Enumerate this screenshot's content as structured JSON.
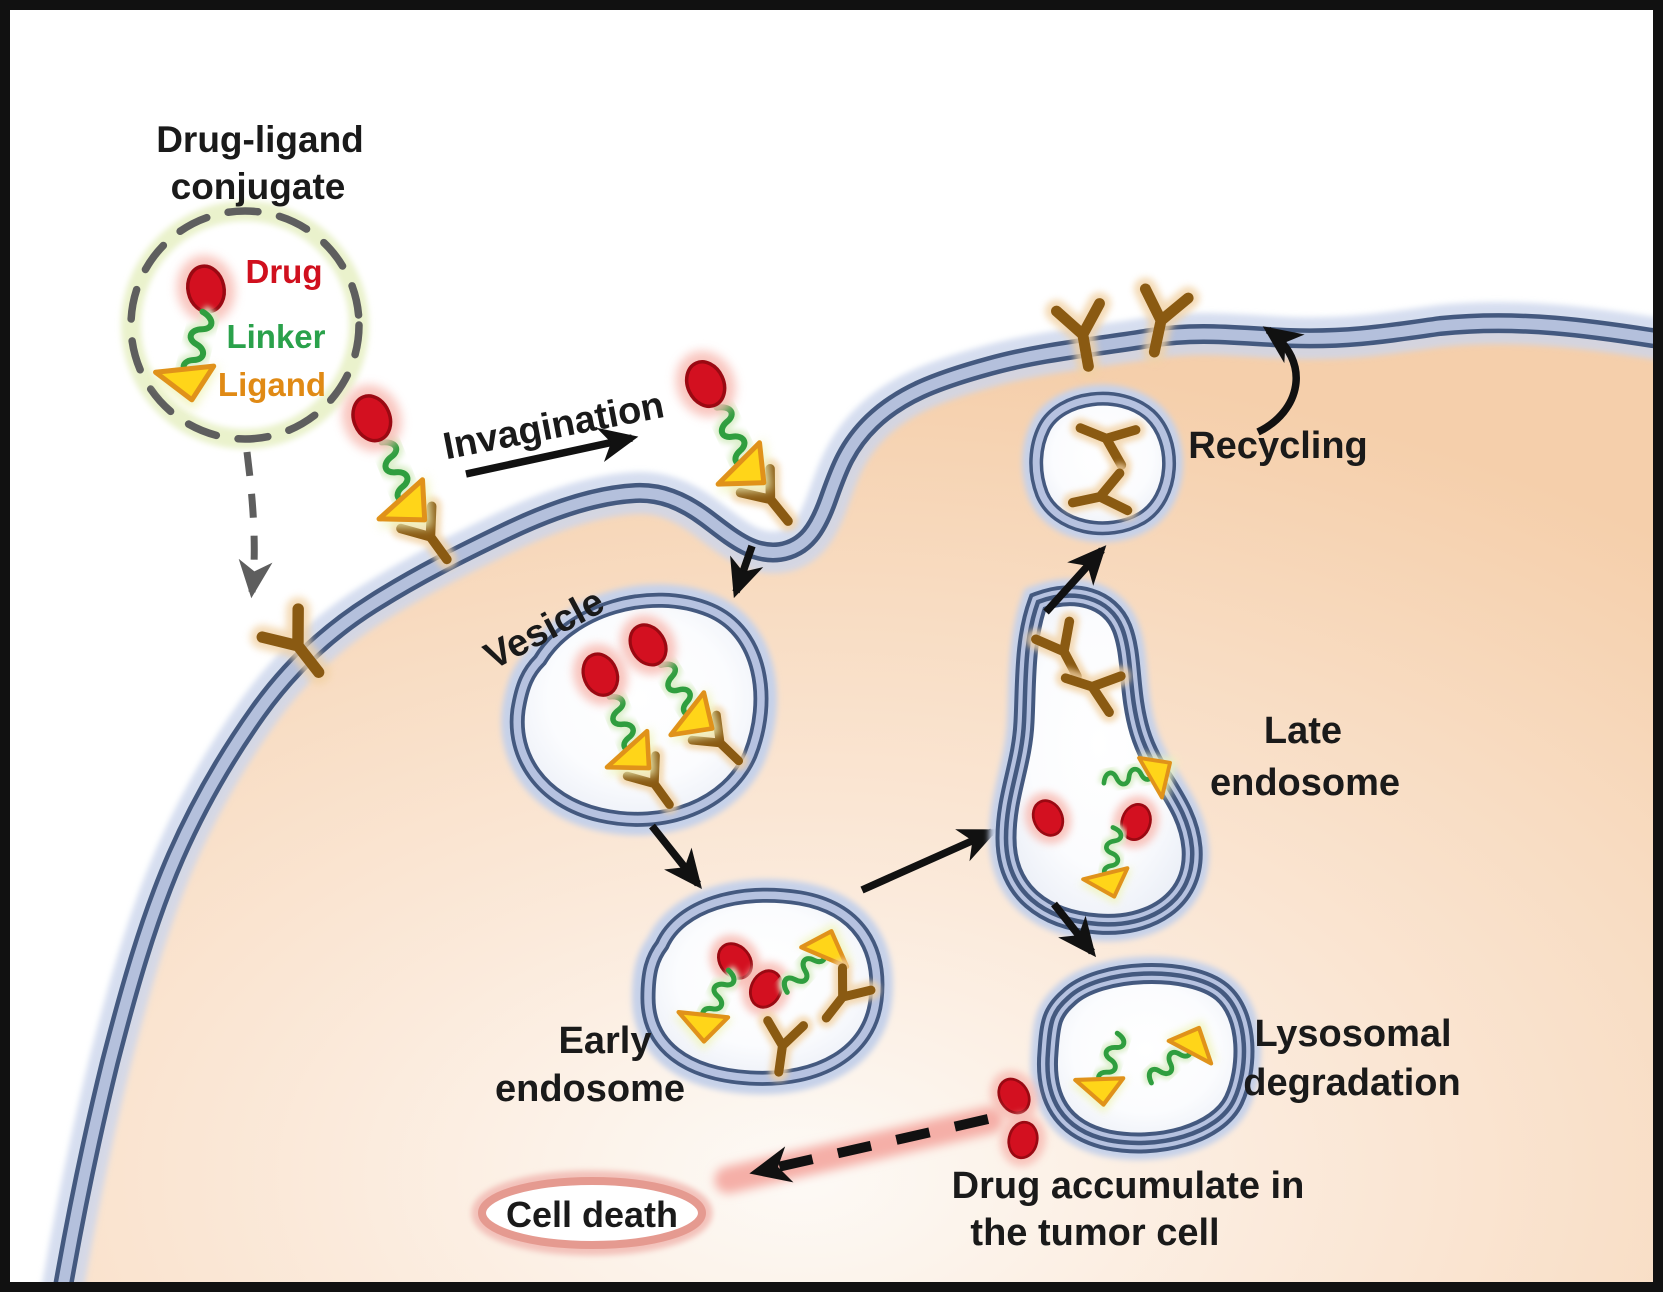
{
  "diagram": {
    "conjugate": {
      "title_line1": "Drug-ligand",
      "title_line2": "conjugate",
      "drug_label": "Drug",
      "linker_label": "Linker",
      "ligand_label": "Ligand"
    },
    "labels": {
      "invagination": "Invagination",
      "vesicle": "Vesicle",
      "early_endosome_line1": "Early",
      "early_endosome_line2": "endosome",
      "late_endosome_line1": "Late",
      "late_endosome_line2": "endosome",
      "recycling": "Recycling",
      "lysosomal_line1": "Lysosomal",
      "lysosomal_line2": "degradation",
      "drug_accumulate_line1": "Drug accumulate in",
      "drug_accumulate_line2": "the tumor cell",
      "cell_death": "Cell death"
    },
    "colors": {
      "drug_red": "#d31020",
      "drug_glow_pink": "#f8bcb4",
      "linker_green": "#2f9e3f",
      "ligand_yellow": "#ffd519",
      "ligand_outline": "#e0921a",
      "receptor_brown": "#8a5a12",
      "membrane_navy": "#44597f",
      "membrane_light_blue": "#b4c0dc",
      "cell_peach": "#f5cdaa",
      "cell_death_ring": "#e59a90",
      "dashed_circle_gray": "#5e5e5e",
      "text_black": "#1a1a1a"
    }
  }
}
